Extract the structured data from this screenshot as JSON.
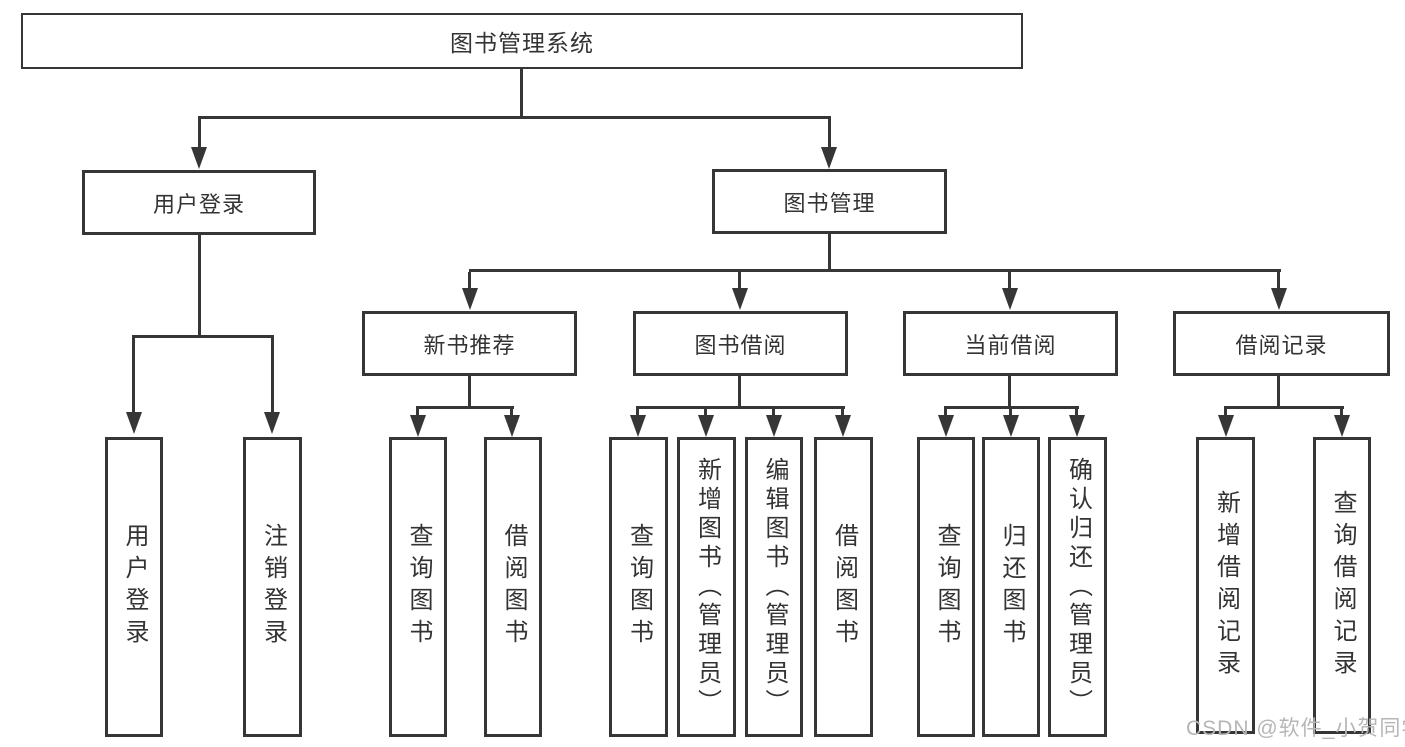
{
  "nodes": {
    "root": {
      "label": "图书管理系统"
    },
    "user_login_group": {
      "label": "用户登录"
    },
    "book_mgmt": {
      "label": "图书管理"
    },
    "new_book_rec": {
      "label": "新书推荐"
    },
    "book_borrow": {
      "label": "图书借阅"
    },
    "current_borrow": {
      "label": "当前借阅"
    },
    "borrow_records": {
      "label": "借阅记录"
    },
    "leaf_user_login": {
      "label": "用户登录"
    },
    "leaf_logout": {
      "label": "注销登录"
    },
    "leaf_query_book_new": {
      "label": "查询图书"
    },
    "leaf_borrow_book_new": {
      "label": "借阅图书"
    },
    "leaf_query_book_borrow": {
      "label": "查询图书"
    },
    "leaf_add_book": {
      "label": "新增图书（管理员）"
    },
    "leaf_edit_book": {
      "label": "编辑图书（管理员）"
    },
    "leaf_borrow_book_borrow": {
      "label": "借阅图书"
    },
    "leaf_query_book_current": {
      "label": "查询图书"
    },
    "leaf_return_book": {
      "label": "归还图书"
    },
    "leaf_confirm_return": {
      "label": "确认归还（管理员）"
    },
    "leaf_add_borrow_record": {
      "label": "新增借阅记录"
    },
    "leaf_query_borrow_record": {
      "label": "查询借阅记录"
    }
  },
  "hierarchy": {
    "图书管理系统": {
      "用户登录": [
        "用户登录",
        "注销登录"
      ],
      "图书管理": {
        "新书推荐": [
          "查询图书",
          "借阅图书"
        ],
        "图书借阅": [
          "查询图书",
          "新增图书（管理员）",
          "编辑图书（管理员）",
          "借阅图书"
        ],
        "当前借阅": [
          "查询图书",
          "归还图书",
          "确认归还（管理员）"
        ],
        "借阅记录": [
          "新增借阅记录",
          "查询借阅记录"
        ]
      }
    }
  },
  "watermark": {
    "text": "CSDN @软件_小贺同学",
    "color": "#b6b6b6"
  },
  "colors": {
    "line": "#363636",
    "text": "#333333",
    "background": "#ffffff"
  }
}
